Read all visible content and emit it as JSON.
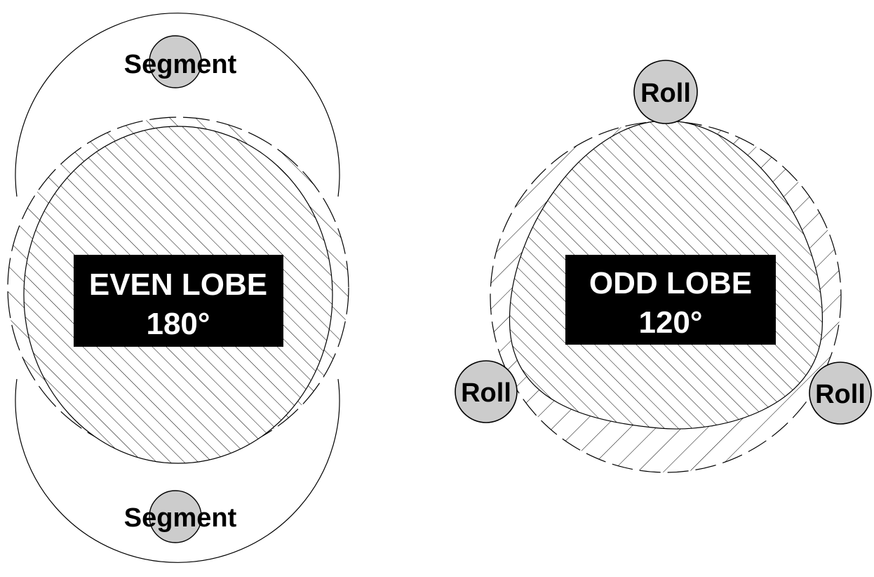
{
  "even": {
    "segment_top": "Segment",
    "segment_bottom": "Segment",
    "label_line1": "EVEN LOBE",
    "label_line2": "180°"
  },
  "odd": {
    "roll_top": "Roll",
    "roll_left": "Roll",
    "roll_right": "Roll",
    "label_line1": "ODD LOBE",
    "label_line2": "120°"
  },
  "colors": {
    "stroke": "#000000",
    "roll_fill": "#cccccc",
    "label_bg": "#000000",
    "label_text": "#ffffff"
  }
}
